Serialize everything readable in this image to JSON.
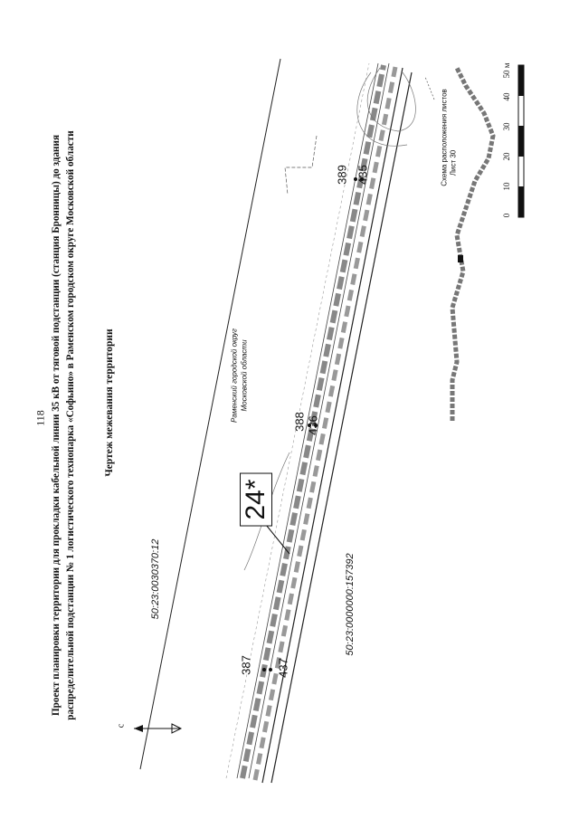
{
  "page_number": "118",
  "title_lines": [
    "Проект планировки территории для прокладки кабельной линии 35 кВ от тяговой подстанции (станция Бронницы) до здания",
    "распределительной подстанции № 1 логистического технопарка «Софьино» в Раменском городском округе Московской области"
  ],
  "subtitle": "Чертеж межевания территории",
  "map": {
    "cadastral_top": "50:23:0030370:12",
    "cadastral_bottom": "50:23:0000000:157392",
    "district_line1": "Раменский городской округ",
    "district_line2": "Московской области",
    "plot_label": "24*",
    "points_upper": [
      "387",
      "388",
      "389"
    ],
    "points_lower": [
      "437",
      "436",
      "435"
    ],
    "north_label": "с"
  },
  "legend": {
    "line1": "Схема расположения листов",
    "line2": "Лист 30"
  },
  "scale_bar": {
    "ticks": [
      "0",
      "10",
      "20",
      "30",
      "40",
      "50 м"
    ]
  }
}
